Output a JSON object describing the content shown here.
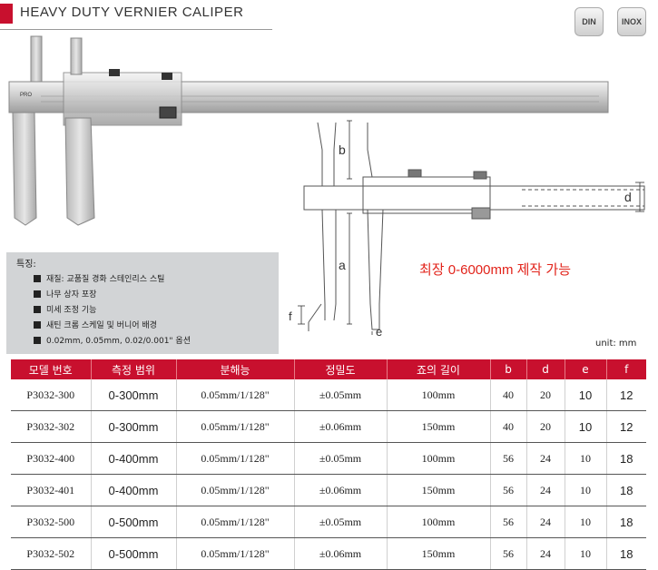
{
  "header": {
    "title": "HEAVY DUTY VERNIER CALIPER"
  },
  "badges": {
    "din": "DIN",
    "inox": "INOX"
  },
  "brand": {
    "logo_text": "PRO"
  },
  "diagram": {
    "label_b": "b",
    "label_d": "d",
    "label_a": "a",
    "label_f": "f",
    "label_e": "e"
  },
  "features": {
    "title": "특징:",
    "items": [
      "재질: 교품질 경화 스테인리스 스틸",
      "나무 상자 포장",
      "미세 조정 기능",
      "새틴 크롬 스케일 및 버니어 배경",
      "0.02mm, 0.05mm, 0.02/0.001\" 옵션"
    ]
  },
  "note": "최장 0-6000mm 제작 가능",
  "unit": "unit: mm",
  "table": {
    "headers": [
      "모델 번호",
      "측정 범위",
      "분해능",
      "정밀도",
      "죠의 길이",
      "b",
      "d",
      "e",
      "f"
    ],
    "rows": [
      [
        "P3032-300",
        "0-300mm",
        "0.05mm/1/128\"",
        "±0.05mm",
        "100mm",
        "40",
        "20",
        "10",
        "12"
      ],
      [
        "P3032-302",
        "0-300mm",
        "0.05mm/1/128\"",
        "±0.06mm",
        "150mm",
        "40",
        "20",
        "10",
        "12"
      ],
      [
        "P3032-400",
        "0-400mm",
        "0.05mm/1/128\"",
        "±0.05mm",
        "100mm",
        "56",
        "24",
        "10",
        "18"
      ],
      [
        "P3032-401",
        "0-400mm",
        "0.05mm/1/128\"",
        "±0.06mm",
        "150mm",
        "56",
        "24",
        "10",
        "18"
      ],
      [
        "P3032-500",
        "0-500mm",
        "0.05mm/1/128\"",
        "±0.05mm",
        "100mm",
        "56",
        "24",
        "10",
        "18"
      ],
      [
        "P3032-502",
        "0-500mm",
        "0.05mm/1/128\"",
        "±0.06mm",
        "150mm",
        "56",
        "24",
        "10",
        "18"
      ]
    ]
  },
  "colors": {
    "accent": "#c8102e",
    "note": "#e2231a",
    "features_bg": "#d2d4d6"
  }
}
